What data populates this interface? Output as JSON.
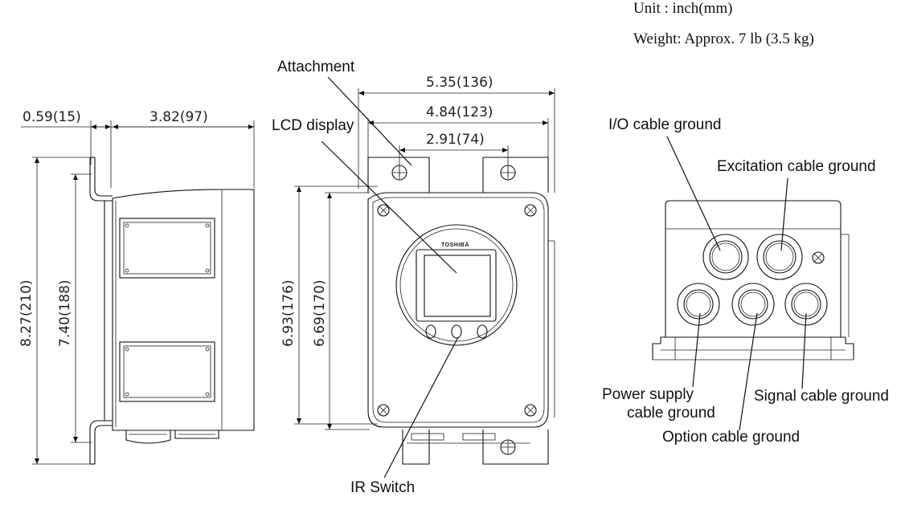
{
  "header": {
    "unit": "Unit : inch(mm)",
    "weight": "Weight: Approx. 7 lb (3.5 kg)"
  },
  "dimensions": {
    "side_depth_mount": "0.59(15)",
    "side_depth_body": "3.82(97)",
    "side_height_total": "8.27(210)",
    "side_height_mount": "7.40(188)",
    "front_width_total": "5.35(136)",
    "front_width_body": "4.84(123)",
    "front_window_width": "2.91(74)",
    "front_height_a": "6.93(176)",
    "front_height_b": "6.69(170)"
  },
  "front_callouts": {
    "attachment": "Attachment",
    "lcd_display": "LCD display",
    "ir_switch": "IR Switch",
    "brand": "TOSHIBA"
  },
  "bottom_callouts": {
    "io_ground": "I/O cable ground",
    "excitation_ground": "Excitation cable ground",
    "power_ground_line1": "Power supply",
    "power_ground_line2": "cable ground",
    "signal_ground": "Signal cable ground",
    "option_ground": "Option cable ground"
  }
}
